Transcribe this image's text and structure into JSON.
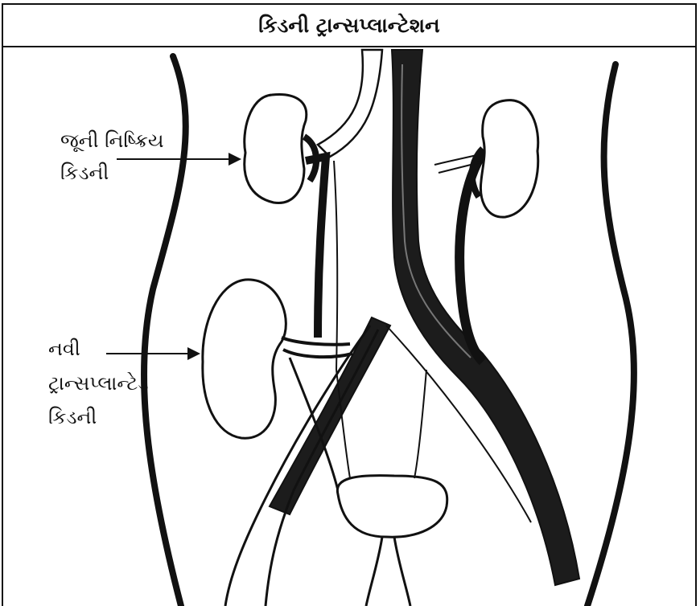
{
  "title": "કિડની ટ્રાન્સપ્લાન્ટેશન",
  "labels": {
    "old_kidney": [
      "જૂની નિષ્ક્રિય",
      "કિડની"
    ],
    "new_kidney": [
      "નવી",
      "ટ્રાન્સપ્લાન્ટેડ",
      "કિડની"
    ]
  }
}
